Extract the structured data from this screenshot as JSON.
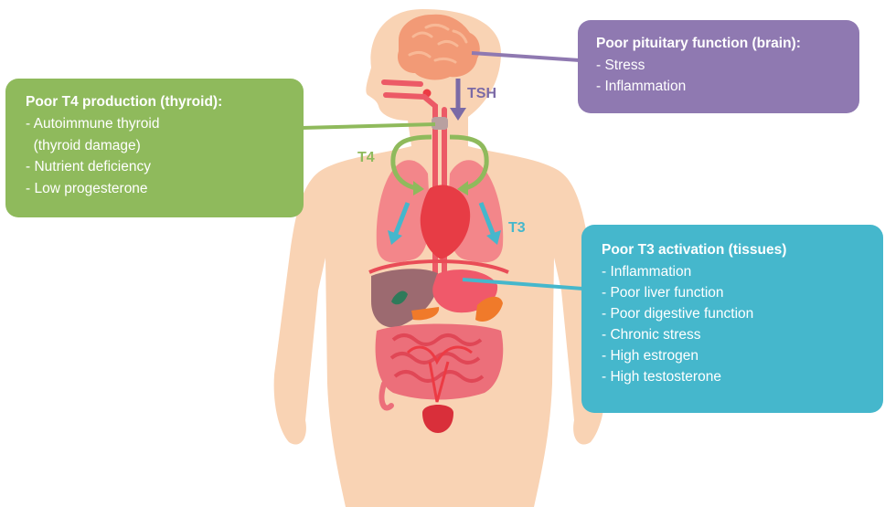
{
  "brain_box": {
    "title": "Poor pituitary function (brain):",
    "items": [
      "- Stress",
      "- Inflammation"
    ]
  },
  "thyroid_box": {
    "title": "Poor T4 production (thyroid):",
    "items": [
      "- Autoimmune thyroid",
      "  (thyroid damage)",
      "- Nutrient deficiency",
      "- Low progesterone"
    ]
  },
  "tissue_box": {
    "title": "Poor T3 activation (tissues)",
    "items": [
      "- Inflammation",
      "- Poor liver function",
      "- Poor digestive function",
      "- Chronic stress",
      "- High estrogen",
      "- High testosterone"
    ]
  },
  "labels": {
    "tsh": "TSH",
    "t4": "T4",
    "t3": "T3"
  },
  "colors": {
    "skin": "#f9d3b4",
    "brain": "#f29a76",
    "purple": "#8f79b1",
    "green": "#8fba5c",
    "teal": "#45b7cc",
    "organ_red": "#ec3b44",
    "lung_pink": "#f3868a",
    "liver": "#9c6a70"
  }
}
